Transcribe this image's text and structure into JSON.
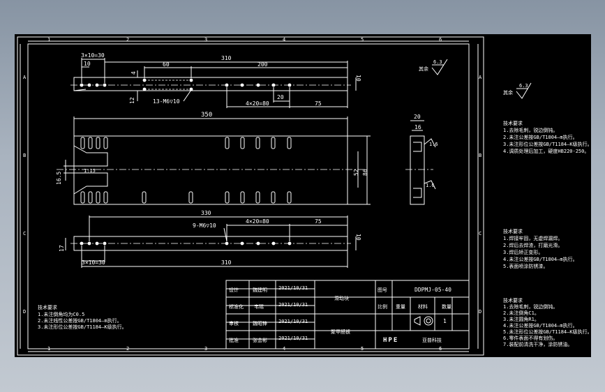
{
  "drawing": {
    "zone_cols": [
      "1",
      "2",
      "3",
      "4",
      "5",
      "6"
    ],
    "zone_rows": [
      "A",
      "B",
      "C",
      "D"
    ],
    "roughness": "6.3",
    "roughness_label": "其余",
    "view1": {
      "dim_overall": "310",
      "dim_spacing": "3×10=30",
      "dim_ten": "10",
      "dim_sixty": "60",
      "dim_two_hundred": "200",
      "dim_four": "4",
      "dim_twelve": "12",
      "dim_height": "10",
      "hole_callout": "13-M6▽10",
      "dim_pitch": "4×20=80",
      "dim_twenty": "20",
      "dim_seventy_five": "75"
    },
    "view2": {
      "dim_length": "350",
      "dim_slot": "16.5",
      "dim_inner": "52",
      "dim_outer": "86",
      "slot_label": "1:15"
    },
    "view3": {
      "dim_length": "330",
      "hole_callout": "9-M6▽10",
      "dim_pitch": "4×20=80",
      "dim_seventy_five": "75",
      "dim_height": "10",
      "dim_left": "17",
      "dim_spacing": "3×10=30",
      "dim_overall": "310"
    },
    "side_view": {
      "dim_width": "20",
      "dim_inner": "16",
      "chamfer_label": "1.6",
      "chamfer_label_lower": "1.6"
    },
    "notes_left": {
      "title": "技术要求",
      "lines": [
        "1.未注倒角均为C0.5",
        "2.未注线性公差按GB/T1804—m执行。",
        "3.未注形位公差按GB/T1184—K级执行。"
      ]
    }
  },
  "title_block": {
    "design_label": "设计",
    "design_name": "魏建明",
    "design_date": "2021/10/31",
    "check_label": "标准化",
    "check_name": "韦瑶",
    "check_date": "2021/10/31",
    "review_label": "审核",
    "review_name": "魏昭锋",
    "review_date": "2021/10/31",
    "approve_label": "批准",
    "approve_name": "张会彬",
    "approve_date": "2021/10/31",
    "part_name": "滑动块",
    "material": "聚甲醛板",
    "drawing_no_label": "图号",
    "drawing_no": "DDPMJ-05-40",
    "ratio_label": "比例",
    "weight_label": "重量",
    "material_label": "材料",
    "quantity_label": "数量",
    "quantity": "1",
    "company_logo": "HPE",
    "company_name": "亚普科技"
  },
  "right_panel": {
    "roughness": "6.3",
    "roughness_label": "其余",
    "note1_title": "技术要求",
    "note1_lines": [
      "1.去除毛刺，锐边倒钝。",
      "2.未注公差按GB/T1804—m执行。",
      "3.未注形位公差按GB/T1184—K级执行。",
      "4.调质处理后加工，硬度HB220-250。"
    ],
    "note2_title": "技术要求",
    "note2_lines": [
      "1.焊接牢固，无虚焊漏焊。",
      "2.焊后去焊渣，打磨光滑。",
      "3.焊后矫正变形。",
      "4.未注公差按GB/T1804—m执行。",
      "5.表面喷涂防锈漆。"
    ],
    "note3_title": "技术要求",
    "note3_lines": [
      "1.去除毛刺，锐边倒钝。",
      "2.未注倒角C1。",
      "3.未注圆角R1。",
      "4.未注公差按GB/T1804—m执行。",
      "5.未注形位公差按GB/T1184—K级执行。",
      "6.零件表面不得有划伤。",
      "7.装配前清洗干净，涂防锈油。"
    ]
  }
}
